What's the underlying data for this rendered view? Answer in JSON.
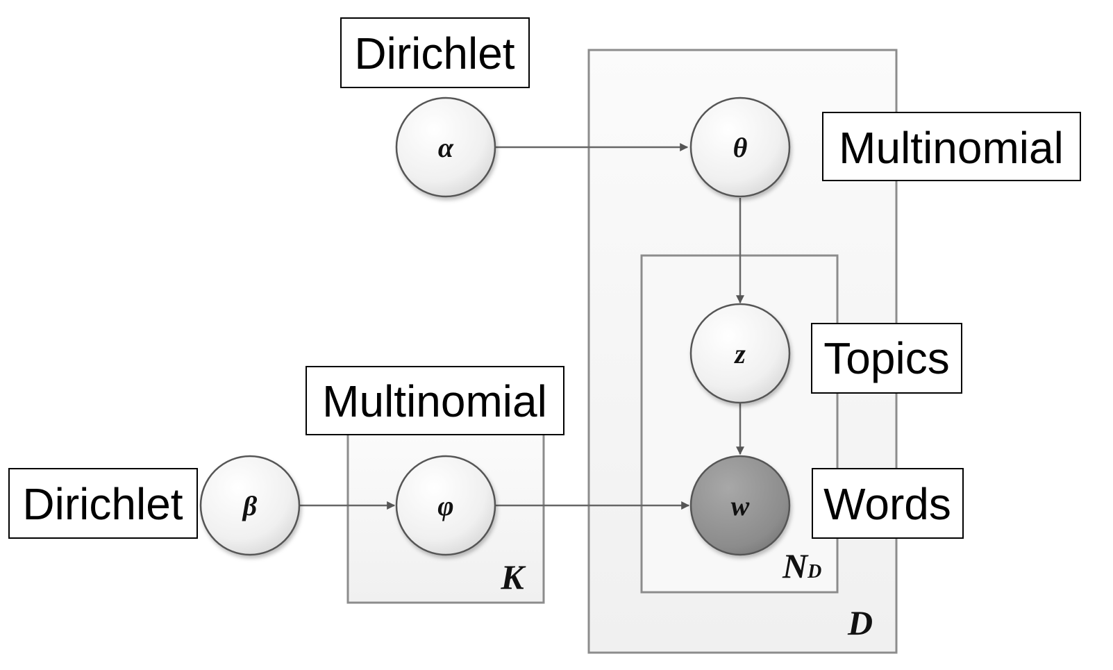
{
  "nodes": {
    "alpha": "α",
    "theta": "θ",
    "z": "z",
    "w": "w",
    "beta": "β",
    "phi": "φ"
  },
  "labels": {
    "dirichlet_top": "Dirichlet",
    "multinomial_right": "Multinomial",
    "topics": "Topics",
    "multinomial_left": "Multinomial",
    "dirichlet_left": "Dirichlet",
    "words": "Words"
  },
  "plates": {
    "k": "K",
    "d": "D",
    "nd_main": "N",
    "nd_sub": "D"
  },
  "colors": {
    "observed_node": "#8f8f8f",
    "latent_node": "#f2f2f2",
    "plate_fill": "#f6f6f6",
    "plate_stroke": "#8c8c8c",
    "bottom_text": "#1a1d4a"
  }
}
